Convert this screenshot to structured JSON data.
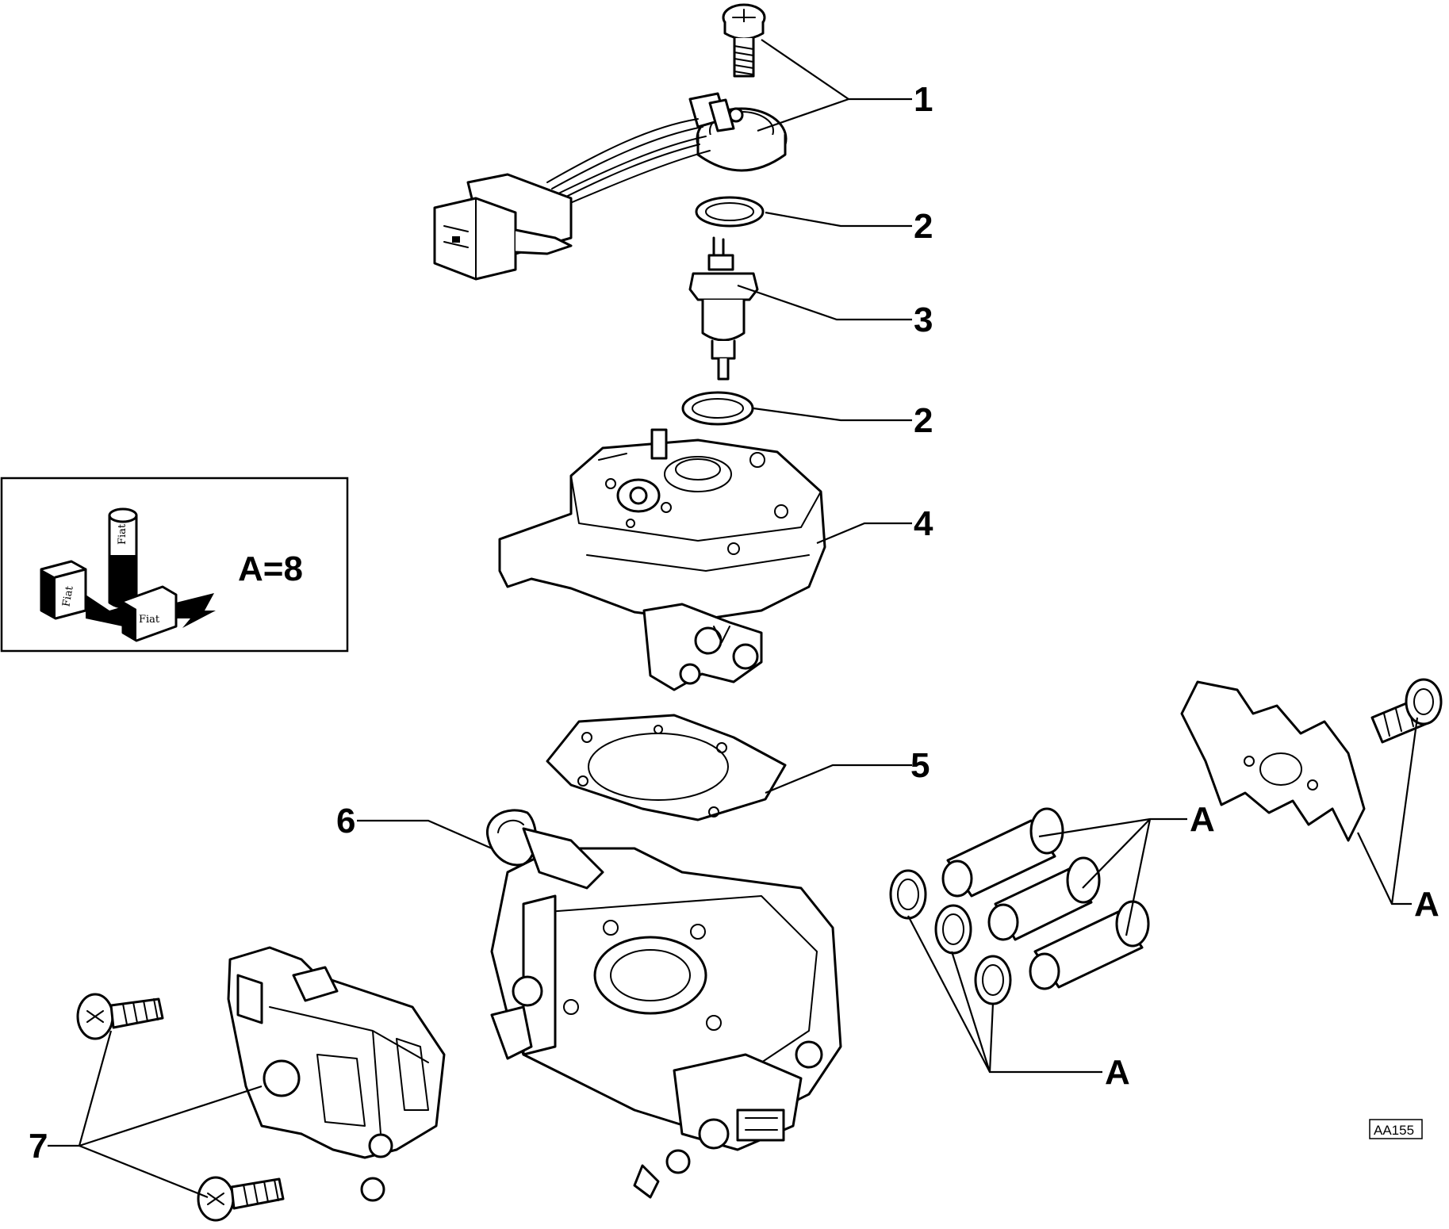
{
  "callouts": {
    "c1": "1",
    "c2a": "2",
    "c3": "3",
    "c2b": "2",
    "c4": "4",
    "c5": "5",
    "c6": "6",
    "c7": "7",
    "a_top": "A",
    "a_right": "A",
    "a_bottom": "A"
  },
  "legend": {
    "equation": "A=8",
    "product_brand": "Fiat"
  },
  "reference_code": "AA155"
}
